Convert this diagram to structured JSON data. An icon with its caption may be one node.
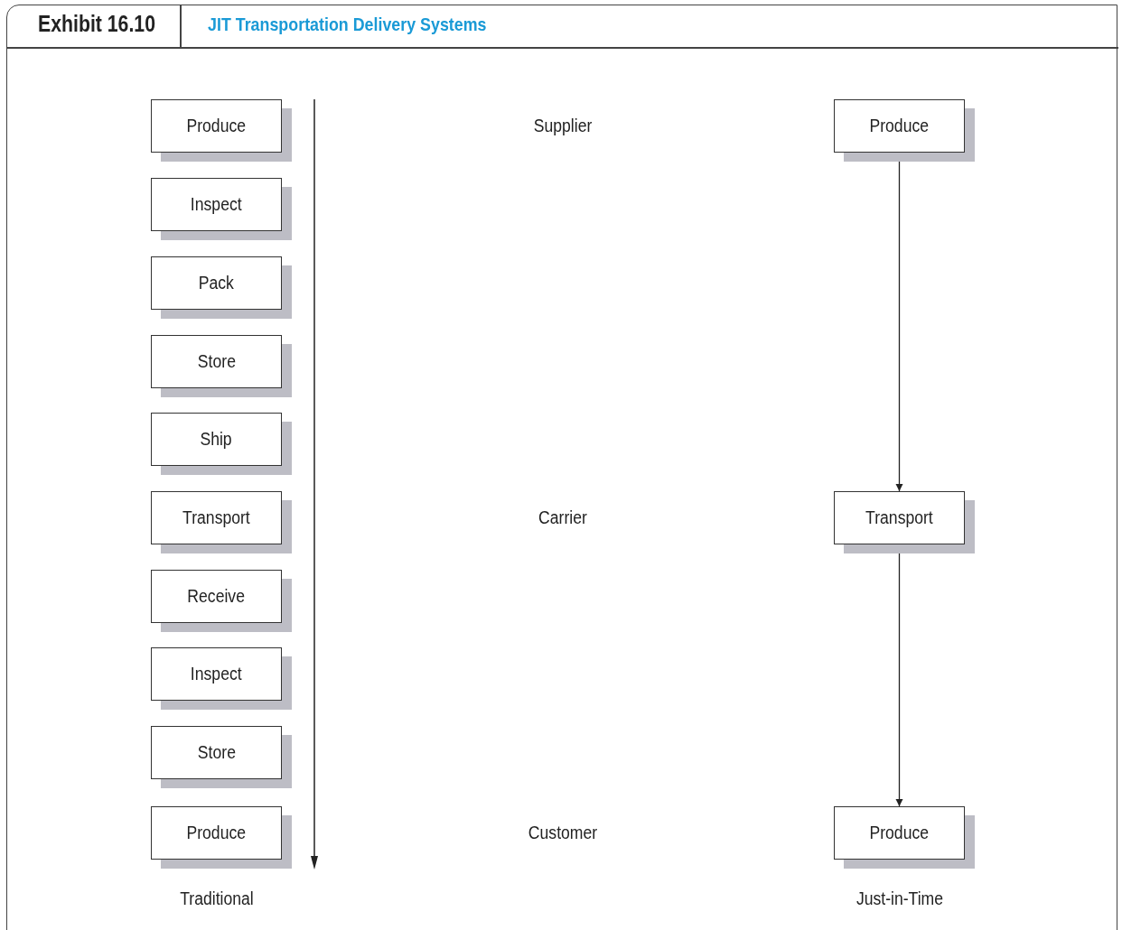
{
  "diagram": {
    "title": "JIT Transportation Delivery Systems",
    "nodes": [
      {
        "text": [
          "Produce"
        ]
      },
      {
        "text": [
          "Inspect"
        ]
      },
      {
        "text": [
          "Pack"
        ]
      },
      {
        "text": [
          "Store"
        ]
      },
      {
        "text": [
          "Ship"
        ]
      },
      {
        "text": [
          "Transport"
        ]
      },
      {
        "text": [
          "Receive"
        ]
      },
      {
        "text": [
          "Inspect"
        ]
      },
      {
        "text": [
          "Store"
        ]
      },
      {
        "text": [
          "Produce"
        ]
      },
      {
        "text": [
          "Produce"
        ]
      },
      {
        "text": [
          "Transport"
        ]
      },
      {
        "text": [
          "Produce"
        ]
      }
    ],
    "edges": [
      {
        "from": 10,
        "to": 11,
        "arrow": "to"
      },
      {
        "from": 11,
        "to": 12,
        "arrow": "to"
      }
    ],
    "labels": [
      "Exhibit 16.10",
      "Supplier",
      "Carrier",
      "Customer",
      "Traditional",
      "Just-in-Time"
    ]
  }
}
